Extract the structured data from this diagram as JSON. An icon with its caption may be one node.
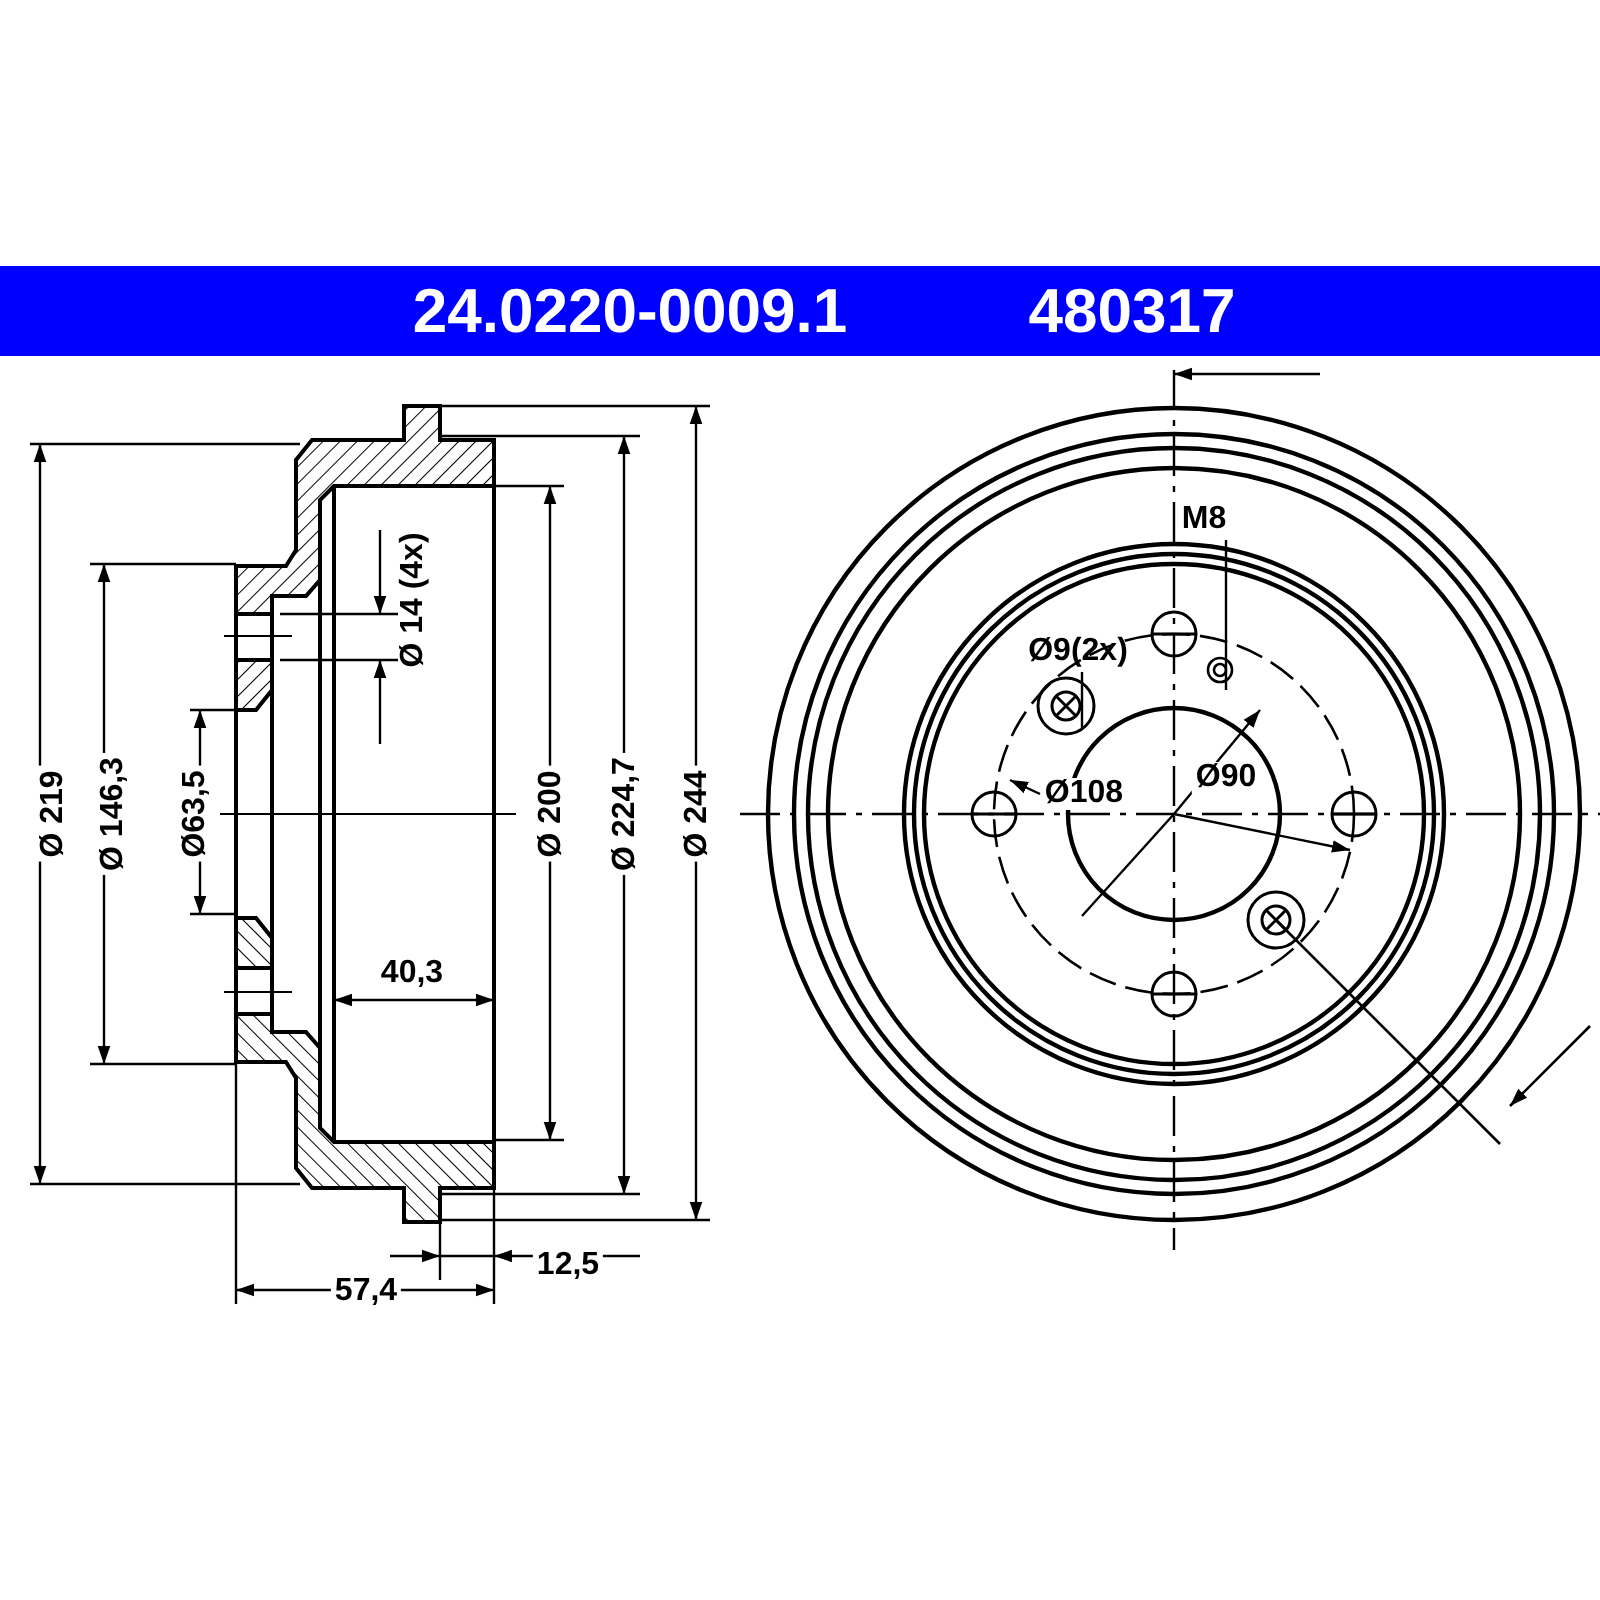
{
  "diagram": {
    "nodes": [
      {
        "text": [
          "M8"
        ]
      },
      {
        "text": [
          "Ø9(2x)"
        ]
      }
    ],
    "edges": [
      {
        "from": 0,
        "to": null,
        "arrow": "none"
      },
      {
        "from": 1,
        "to": null,
        "arrow": "none"
      }
    ],
    "labels": [
      "24.0220-0009.1",
      "480317",
      "Ø 219",
      "Ø 146,3",
      "Ø63,5",
      "Ø 14 (4x)",
      "40,3",
      "Ø 200",
      "Ø 224,7",
      "Ø 244",
      "57,4",
      "12,5",
      "Ø108",
      "Ø90"
    ]
  }
}
